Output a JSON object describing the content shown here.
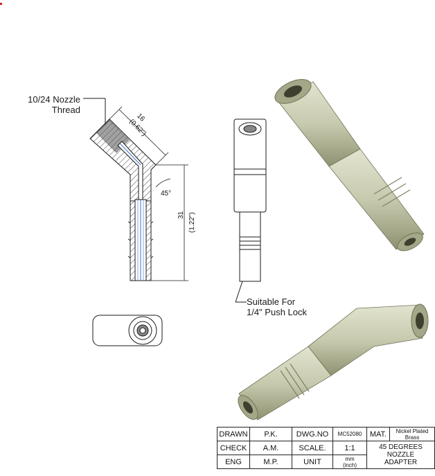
{
  "labels": {
    "thread_line1": "10/24 Nozzle",
    "thread_line2": "Thread",
    "push_line1": "Suitable For",
    "push_line2": "1/4\" Push Lock"
  },
  "dimensions": {
    "d16": "16",
    "d062": "(0.62\")",
    "angle": "45°",
    "d31": "31",
    "d122": "(1.22\")"
  },
  "title_block": {
    "drawn_label": "DRAWN",
    "drawn_by": "P.K.",
    "dwgno_label": "DWG.NO",
    "dwgno_value": "MC52080",
    "mat_label": "MAT.",
    "mat_value": "Nickel Plated Brass",
    "check_label": "CHECK",
    "check_by": "A.M.",
    "scale_label": "SCALE.",
    "scale_value": "1:1",
    "description_line1": "45 DEGREES",
    "description_line2": "NOZZLE",
    "description_line3": "ADAPTER",
    "eng_label": "ENG",
    "eng_by": "M.P.",
    "unit_label": "UNIT",
    "unit_value_line1": "mm",
    "unit_value_line2": "(inch)"
  },
  "colors": {
    "part_shade": "#c9ccb0",
    "part_dark": "#8c8f6e",
    "line": "#1a1a1a",
    "bore": "#3a6fd0"
  }
}
